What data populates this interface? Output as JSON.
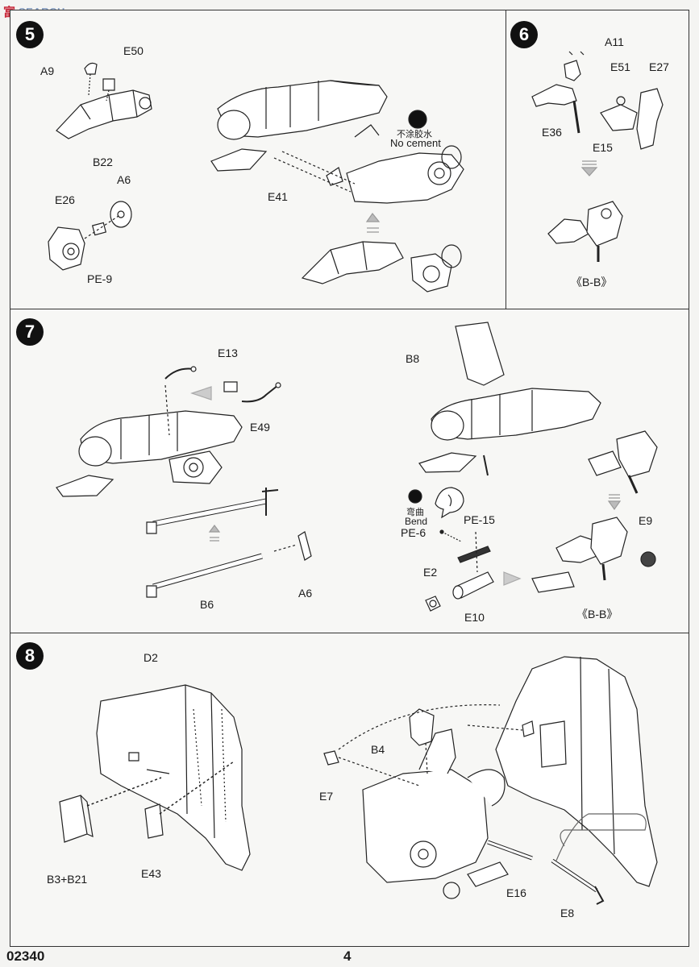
{
  "watermark": {
    "logo_cn": "富",
    "logo_text": "SEARCH"
  },
  "step5": {
    "number": "5",
    "labels": {
      "a9": "A9",
      "e50": "E50",
      "b22": "B22",
      "a6": "A6",
      "e26": "E26",
      "pe9": "PE-9",
      "e41": "E41"
    },
    "note_cn": "不涂胶水",
    "note_en": "No cement"
  },
  "step6": {
    "number": "6",
    "labels": {
      "a11": "A11",
      "e51": "E51",
      "e27": "E27",
      "e36": "E36",
      "e15": "E15"
    },
    "view": "《B-B》"
  },
  "step7": {
    "number": "7",
    "labels": {
      "e13": "E13",
      "e49": "E49",
      "b6": "B6",
      "a6": "A6",
      "b8": "B8",
      "pe15": "PE-15",
      "pe6": "PE-6",
      "e2": "E2",
      "e10": "E10",
      "e9": "E9"
    },
    "bend_cn": "弯曲",
    "bend_en": "Bend",
    "view": "《B-B》"
  },
  "step8": {
    "number": "8",
    "labels": {
      "d2": "D2",
      "b3b21": "B3+B21",
      "e43": "E43",
      "b4": "B4",
      "e7": "E7",
      "e16": "E16",
      "e8": "E8"
    }
  },
  "footer": {
    "code": "02340",
    "page": "4"
  }
}
